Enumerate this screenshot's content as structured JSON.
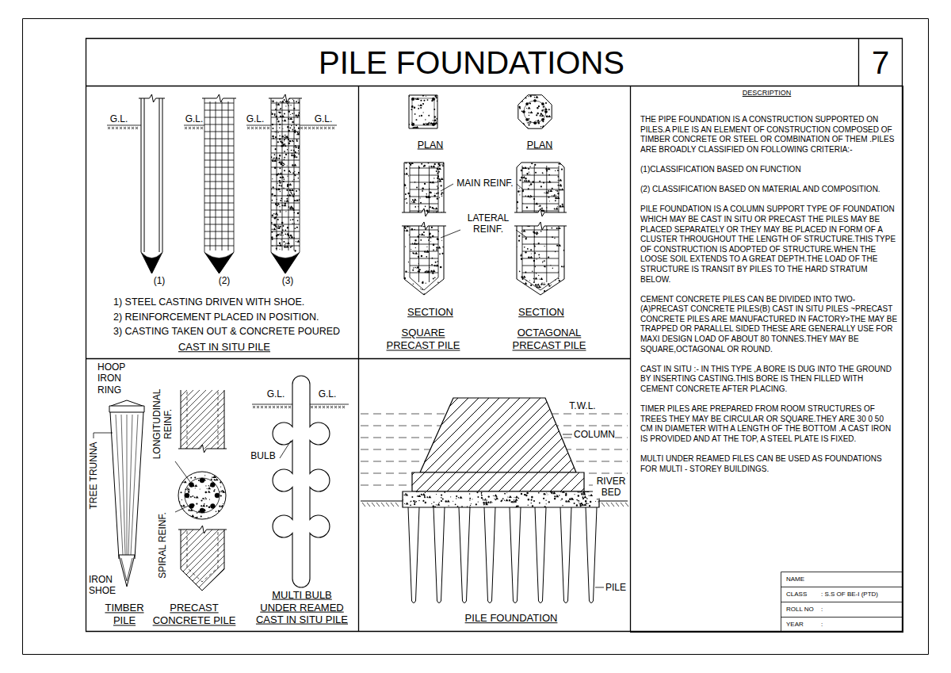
{
  "diagram": {
    "title": "PILE FOUNDATIONS",
    "nodes": [
      {
        "text": [
          "DESCRIPTION",
          "THE PIPE FOUNDATION IS A CONSTRUCTION SUPPORTED ON PILES.A PILE IS AN ELEMENT OF CONSTRUCTION COMPOSED OF TIMBER CONCRETE OR STEEL OR COMBINATION OF THEM .PILES ARE BROADLY CLASSIFIED ON FOLLOWING CRITERIA:-",
          "(1)CLASSIFICATION BASED ON FUNCTION",
          "(2) CLASSIFICATION BASED ON MATERIAL AND COMPOSITION.",
          "PILE FOUNDATION IS A COLUMN SUPPORT TYPE OF FOUNDATION WHICH MAY BE CAST IN SITU OR PRECAST THE PILES MAY BE PLACED SEPARATELY OR THEY MAY BE PLACED IN FORM OF A CLUSTER THROUGHOUT THE LENGTH OF STRUCTURE.THIS TYPE OF CONSTRUCTION IS ADOPTED OF STRUCTURE.WHEN THE LOOSE SOIL EXTENDS TO A GREAT DEPTH.THE LOAD OF THE STRUCTURE IS TRANSIT BY PILES TO THE HARD STRATUM BELOW.",
          "CEMENT CONCRETE PILES CAN BE DIVIDED INTO TWO- (A)PRECAST CONCRETE PILES(B) CAST IN SITU PILES ~PRECAST CONCRETE PILES ARE MANUFACTURED IN FACTORY>THE MAY BE TRAPPED OR PARALLEL SIDED THESE ARE GENERALLY USE FOR MAXI DESIGN LOAD OF ABOUT 80 TONNES.THEY MAY BE SQUARE,OCTAGONAL OR ROUND.",
          "CAST IN SITU :- IN THIS TYPE ,A BORE IS DUG INTO THE GROUND BY INSERTING CASTING.THIS BORE IS THEN FILLED WITH CEMENT CONCRETE AFTER PLACING.",
          "TIMER PILES ARE PREPARED FROM ROOM STRUCTURES OF TREES THEY MAY BE CIRCULAR OR SQUARE.THEY ARE 30 0 50 CM IN DIAMETER WITH A LENGTH OF THE BOTTOM .A CAST IRON IS PROVIDED AND AT THE TOP, A STEEL PLATE IS FIXED.",
          "MULTI UNDER REAMED FILES CAN BE USED AS FOUNDATIONS FOR MULTI - STOREY BUILDINGS."
        ]
      }
    ],
    "labels": [
      "7",
      "G.L.",
      "G.L.",
      "G.L.",
      "G.L.",
      "(1)",
      "(2)",
      "(3)",
      "1) STEEL CASTING DRIVEN WITH SHOE.",
      "2) REINFORCEMENT PLACED IN POSITION.",
      "3) CASTING TAKEN OUT & CONCRETE POURED",
      "CAST IN SITU PILE",
      "PLAN",
      "PLAN",
      "MAIN REINF.",
      "LATERAL REINF.",
      "SECTION",
      "SECTION",
      "SQUARE PRECAST PILE",
      "OCTAGONAL PRECAST PILE",
      "HOOP IRON RING",
      "TREE TRUNNA",
      "IRON SHOE",
      "TIMBER PILE",
      "LONGITUDINAL REINF.",
      "SPIRAL REINF.",
      "PRECAST CONCRETE PILE",
      "G.L.",
      "G.L.",
      "BULB",
      "MULTI BULB UNDER REAMED CAST IN SITU PILE",
      "T.W.L.",
      "COLUMN",
      "RIVER BED",
      "PILE",
      "PILE FOUNDATION",
      "NAME",
      "CLASS",
      ": S.S OF BE-I (PTD)",
      "ROLL NO",
      ":",
      "YEAR",
      ":"
    ]
  }
}
